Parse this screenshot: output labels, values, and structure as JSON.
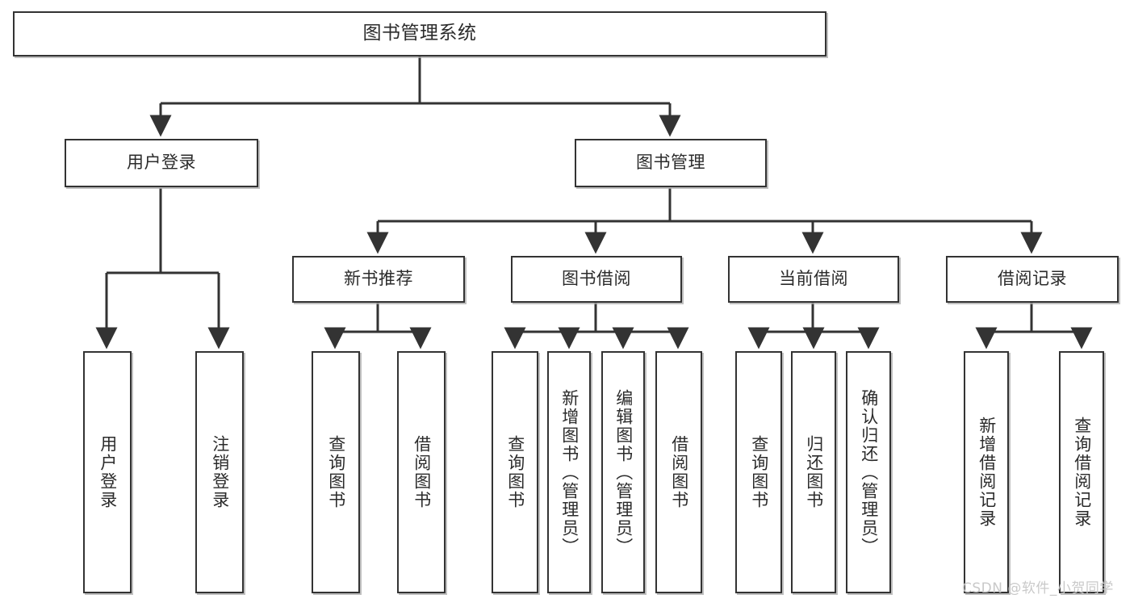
{
  "diagram": {
    "title": "图书管理系统",
    "type": "tree-hierarchy-chart",
    "background_color": "#ffffff",
    "box_border_color": "#333333",
    "box_fill_color": "#ffffff",
    "connector_color": "#333333",
    "text_color": "#2b2b2b"
  },
  "root": {
    "label": "图书管理系统"
  },
  "level2": [
    {
      "label": "用户登录"
    },
    {
      "label": "图书管理"
    }
  ],
  "level3": [
    {
      "label": "新书推荐"
    },
    {
      "label": "图书借阅"
    },
    {
      "label": "当前借阅"
    },
    {
      "label": "借阅记录"
    }
  ],
  "leaves": {
    "user_login": [
      {
        "label": "用户登录"
      },
      {
        "label": "注销登录"
      }
    ],
    "new_book_recommend": [
      {
        "label": "查询图书"
      },
      {
        "label": "借阅图书"
      }
    ],
    "book_borrow": [
      {
        "label": "查询图书"
      },
      {
        "label": "新增图书（管理员）"
      },
      {
        "label": "编辑图书（管理员）"
      },
      {
        "label": "借阅图书"
      }
    ],
    "current_borrow": [
      {
        "label": "查询图书"
      },
      {
        "label": "归还图书"
      },
      {
        "label": "确认归还（管理员）"
      }
    ],
    "borrow_record": [
      {
        "label": "新增借阅记录"
      },
      {
        "label": "查询借阅记录"
      }
    ]
  },
  "watermark": {
    "text": "CSDN @软件_小贺同学",
    "color": "#c9c9c9"
  }
}
